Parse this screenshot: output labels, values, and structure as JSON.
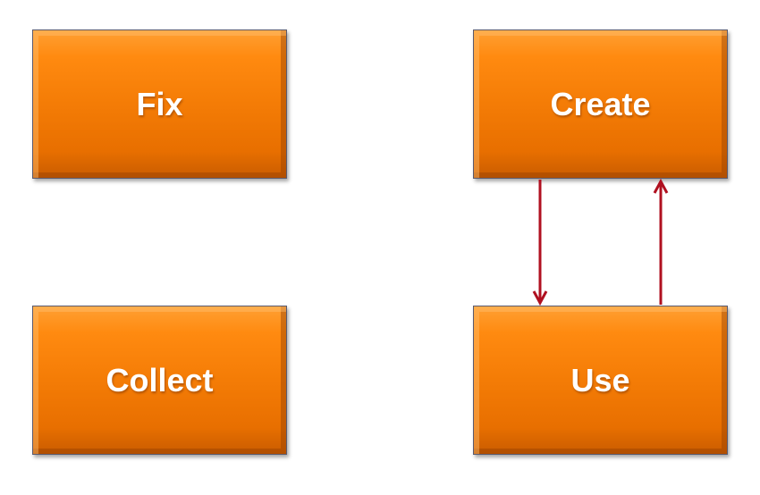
{
  "boxes": {
    "fix": "Fix",
    "create": "Create",
    "collect": "Collect",
    "use": "Use"
  },
  "colors": {
    "box_fill": "#f47c06",
    "box_text": "#ffffff",
    "arrow": "#b01020"
  }
}
